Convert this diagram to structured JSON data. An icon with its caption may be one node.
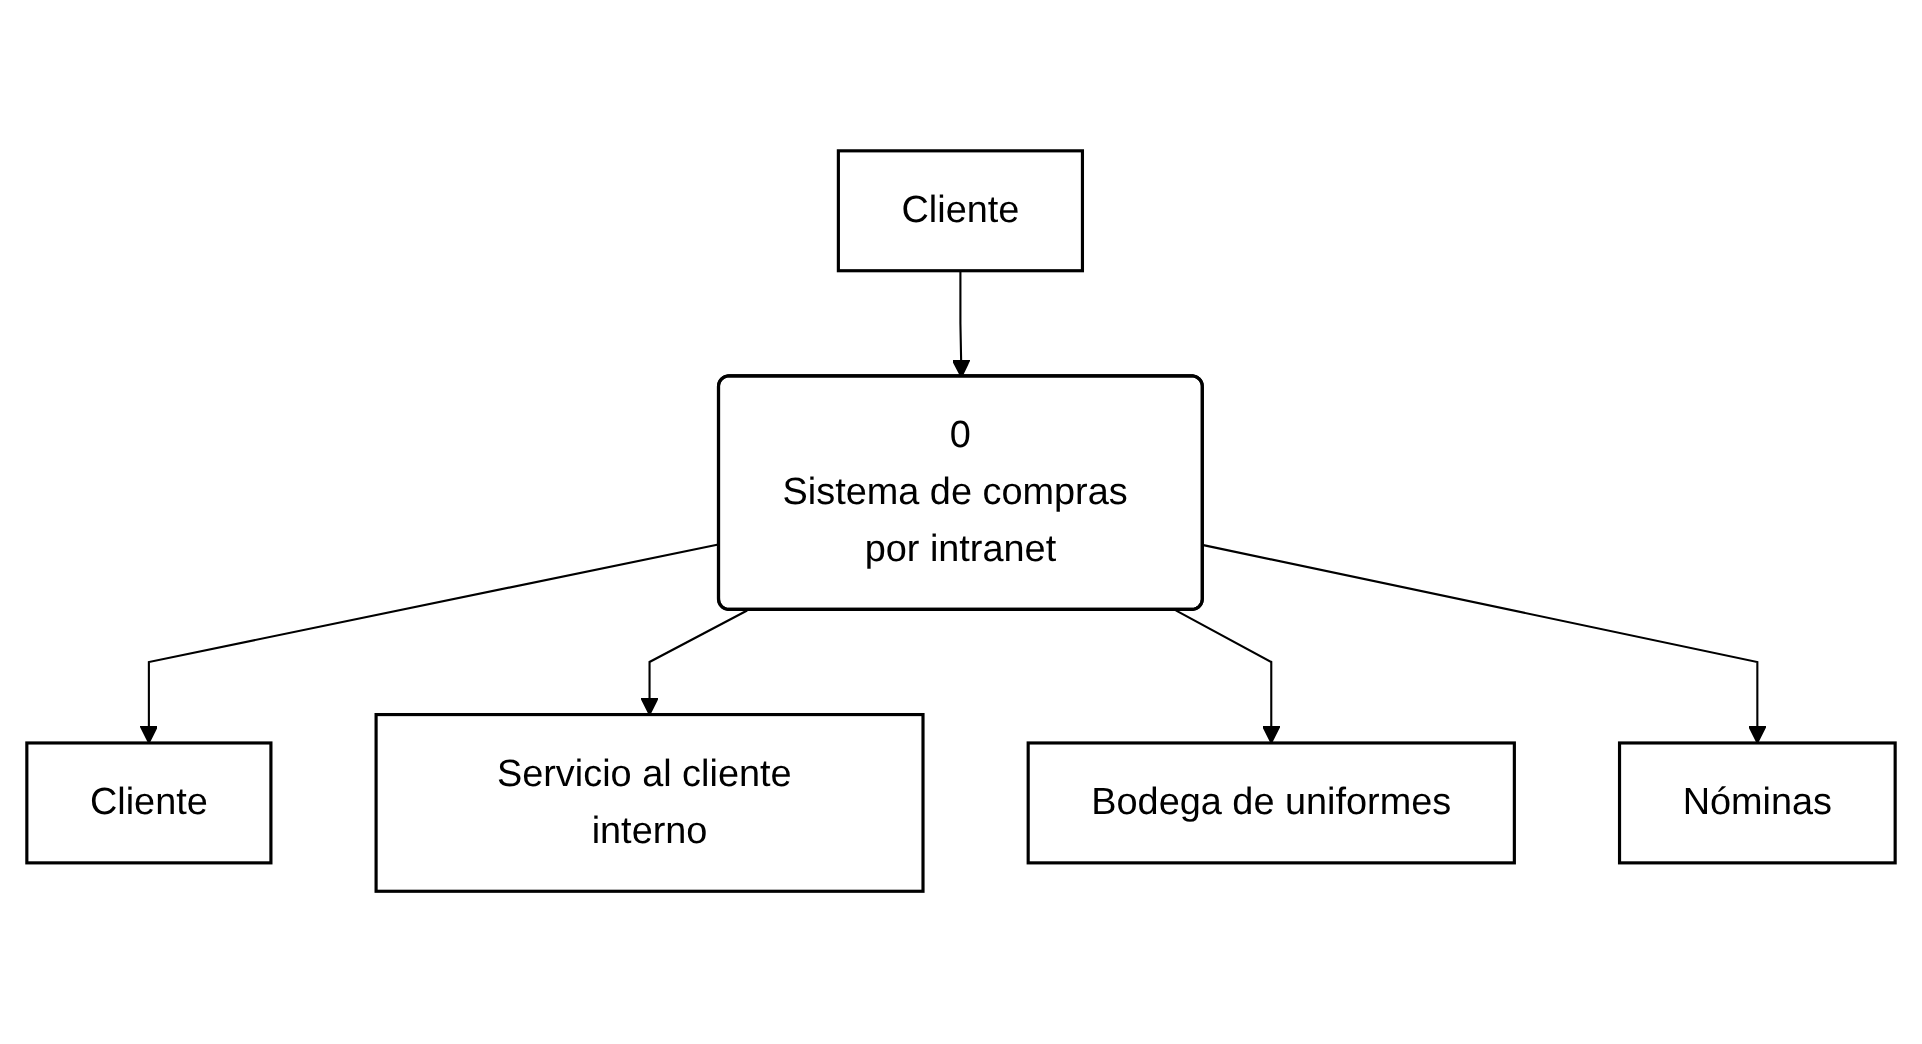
{
  "diagram": {
    "nodes": [
      {
        "text": [
          "Cliente"
        ]
      },
      {
        "text": [
          "0",
          "Sistema de compras por intranet"
        ]
      },
      {
        "text": [
          "Cliente"
        ]
      },
      {
        "text": [
          "Servicio al cliente interno"
        ]
      },
      {
        "text": [
          "Bodega de uniformes"
        ]
      },
      {
        "text": [
          "Nóminas"
        ]
      }
    ],
    "edges": [
      {
        "from": 0,
        "to": 1,
        "arrow": "to"
      },
      {
        "from": 1,
        "to": 2,
        "arrow": "to"
      },
      {
        "from": 1,
        "to": 3,
        "arrow": "to"
      },
      {
        "from": 1,
        "to": 4,
        "arrow": "to"
      },
      {
        "from": 1,
        "to": 5,
        "arrow": "to"
      }
    ]
  }
}
